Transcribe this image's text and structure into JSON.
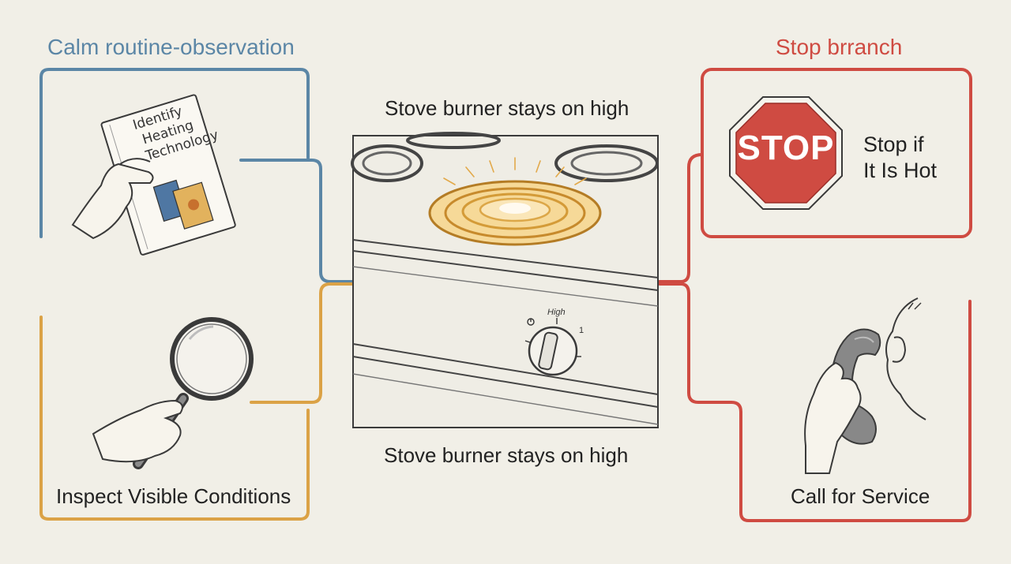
{
  "colors": {
    "background": "#f1efe7",
    "calm_blue": "#5b86a6",
    "calm_orange": "#dba246",
    "stop_red": "#cf4b42",
    "burner_glow": "#f2b64a",
    "ink": "#2a2a2a"
  },
  "left_branch": {
    "title": "Calm routine-observation",
    "card_top": {
      "book_text": [
        "Identify",
        "Heating",
        "Technology"
      ],
      "icon": "manual-book-icon"
    },
    "card_bottom": {
      "label": "Inspect Visible Conditions",
      "icon": "magnifying-glass-icon"
    }
  },
  "center": {
    "title_top": "Stove burner stays on high",
    "title_bottom": "Stove burner stays on high",
    "knob_label": "High",
    "knob_mark_right": "1",
    "icon": "stove-burner-icon"
  },
  "right_branch": {
    "title": "Stop brranch",
    "card_top": {
      "sign_text": "STOP",
      "label_lines": [
        "Stop if",
        "It Is Hot"
      ],
      "icon": "stop-sign-icon"
    },
    "card_bottom": {
      "label": "Call for Service",
      "icon": "phone-handset-icon"
    }
  }
}
